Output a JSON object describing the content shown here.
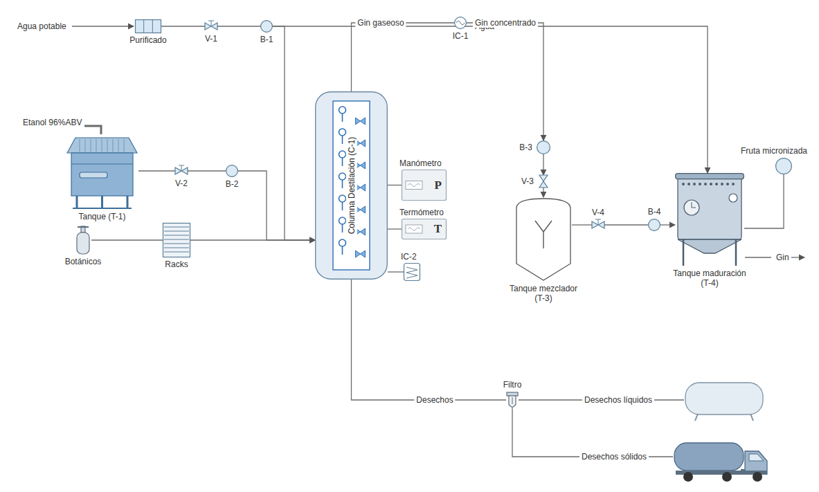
{
  "diagram": {
    "nodes": [
      {
        "text": [
          "Purificado"
        ]
      },
      {
        "text": [
          "V-1"
        ]
      },
      {
        "text": [
          "B-1"
        ]
      },
      {
        "text": [
          "IC-1"
        ]
      },
      {
        "text": [
          "Tanque (T-1)"
        ]
      },
      {
        "text": [
          "V-2"
        ]
      },
      {
        "text": [
          "B-2"
        ]
      },
      {
        "text": [
          "Columna Destilación (C-1)"
        ]
      },
      {
        "text": [
          "Manómetro",
          "P"
        ]
      },
      {
        "text": [
          "Termómetro",
          "T"
        ]
      },
      {
        "text": [
          "IC-2"
        ]
      },
      {
        "text": [
          "B-3"
        ]
      },
      {
        "text": [
          "V-3"
        ]
      },
      {
        "text": [
          "Tanque mezclador (T-3)"
        ]
      },
      {
        "text": [
          "V-4"
        ]
      },
      {
        "text": [
          "B-4"
        ]
      },
      {
        "text": [
          "Tanque maduración (T-4)"
        ]
      },
      {
        "text": [
          "Fruta micronizada"
        ]
      },
      {
        "text": [
          "Botánicos"
        ]
      },
      {
        "text": [
          "Racks"
        ]
      },
      {
        "text": [
          "Filtro"
        ]
      }
    ],
    "edges": [
      {
        "from": 0,
        "to": 1,
        "arrow": "none"
      },
      {
        "from": 1,
        "to": 2,
        "arrow": "none"
      },
      {
        "from": 2,
        "to": 16,
        "label": "Agua",
        "arrow": "to"
      },
      {
        "from": 2,
        "to": 7,
        "arrow": "to"
      },
      {
        "from": 4,
        "to": 5,
        "arrow": "none"
      },
      {
        "from": 5,
        "to": 6,
        "arrow": "none"
      },
      {
        "from": 6,
        "to": 7,
        "arrow": "to"
      },
      {
        "from": 18,
        "to": 19,
        "arrow": "none"
      },
      {
        "from": 19,
        "to": 7,
        "arrow": "to"
      },
      {
        "from": 7,
        "to": 3,
        "label": "Gin gaseoso",
        "arrow": "none"
      },
      {
        "from": 3,
        "to": 11,
        "label": "Gin concentrado",
        "arrow": "to"
      },
      {
        "from": 11,
        "to": 12,
        "arrow": "to"
      },
      {
        "from": 12,
        "to": 13,
        "arrow": "to"
      },
      {
        "from": 13,
        "to": 14,
        "arrow": "none"
      },
      {
        "from": 14,
        "to": 15,
        "arrow": "none"
      },
      {
        "from": 15,
        "to": 16,
        "arrow": "to"
      },
      {
        "from": 17,
        "to": 16,
        "arrow": "none"
      },
      {
        "from": 7,
        "to": 20,
        "label": "Desechos",
        "arrow": "none"
      },
      {
        "from": 7,
        "to": 8,
        "arrow": "none"
      },
      {
        "from": 7,
        "to": 9,
        "arrow": "none"
      },
      {
        "from": 7,
        "to": 10,
        "arrow": "none"
      }
    ],
    "labels": [
      "Agua potable",
      "Etanol 96%ABV",
      "Gin",
      "Desechos líquidos",
      "Desechos sólidos"
    ]
  }
}
